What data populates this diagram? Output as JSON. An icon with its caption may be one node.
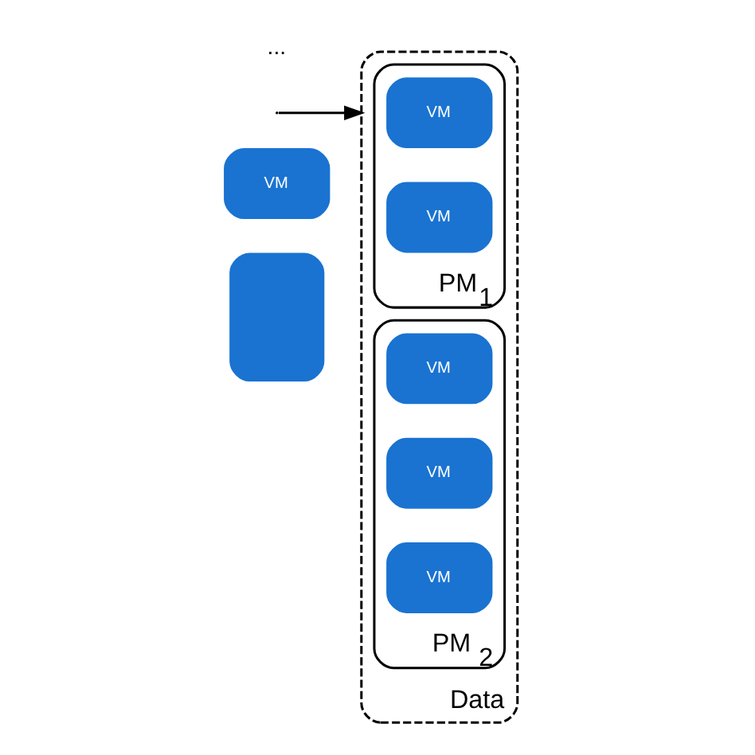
{
  "diagram": {
    "nodes": [
      {
        "text": [],
        "shape": "box"
      },
      {
        "text": [
          "VM"
        ]
      },
      {
        "text": [
          "Data"
        ]
      },
      {
        "text": [
          "PM$_{1}$"
        ],
        "in": 2
      },
      {
        "text": [
          "VM"
        ],
        "in": 3
      },
      {
        "text": [
          "VM"
        ],
        "in": 3
      },
      {
        "text": [
          "PM $_{2}$"
        ],
        "in": 2
      },
      {
        "text": [
          "VM"
        ],
        "in": 6
      },
      {
        "text": [
          "VM"
        ],
        "in": 6
      },
      {
        "text": [
          "VM"
        ],
        "in": 6
      }
    ],
    "edges": [
      {
        "from": null,
        "to": 2,
        "arrow": "to"
      }
    ],
    "labels": [
      "..."
    ]
  }
}
